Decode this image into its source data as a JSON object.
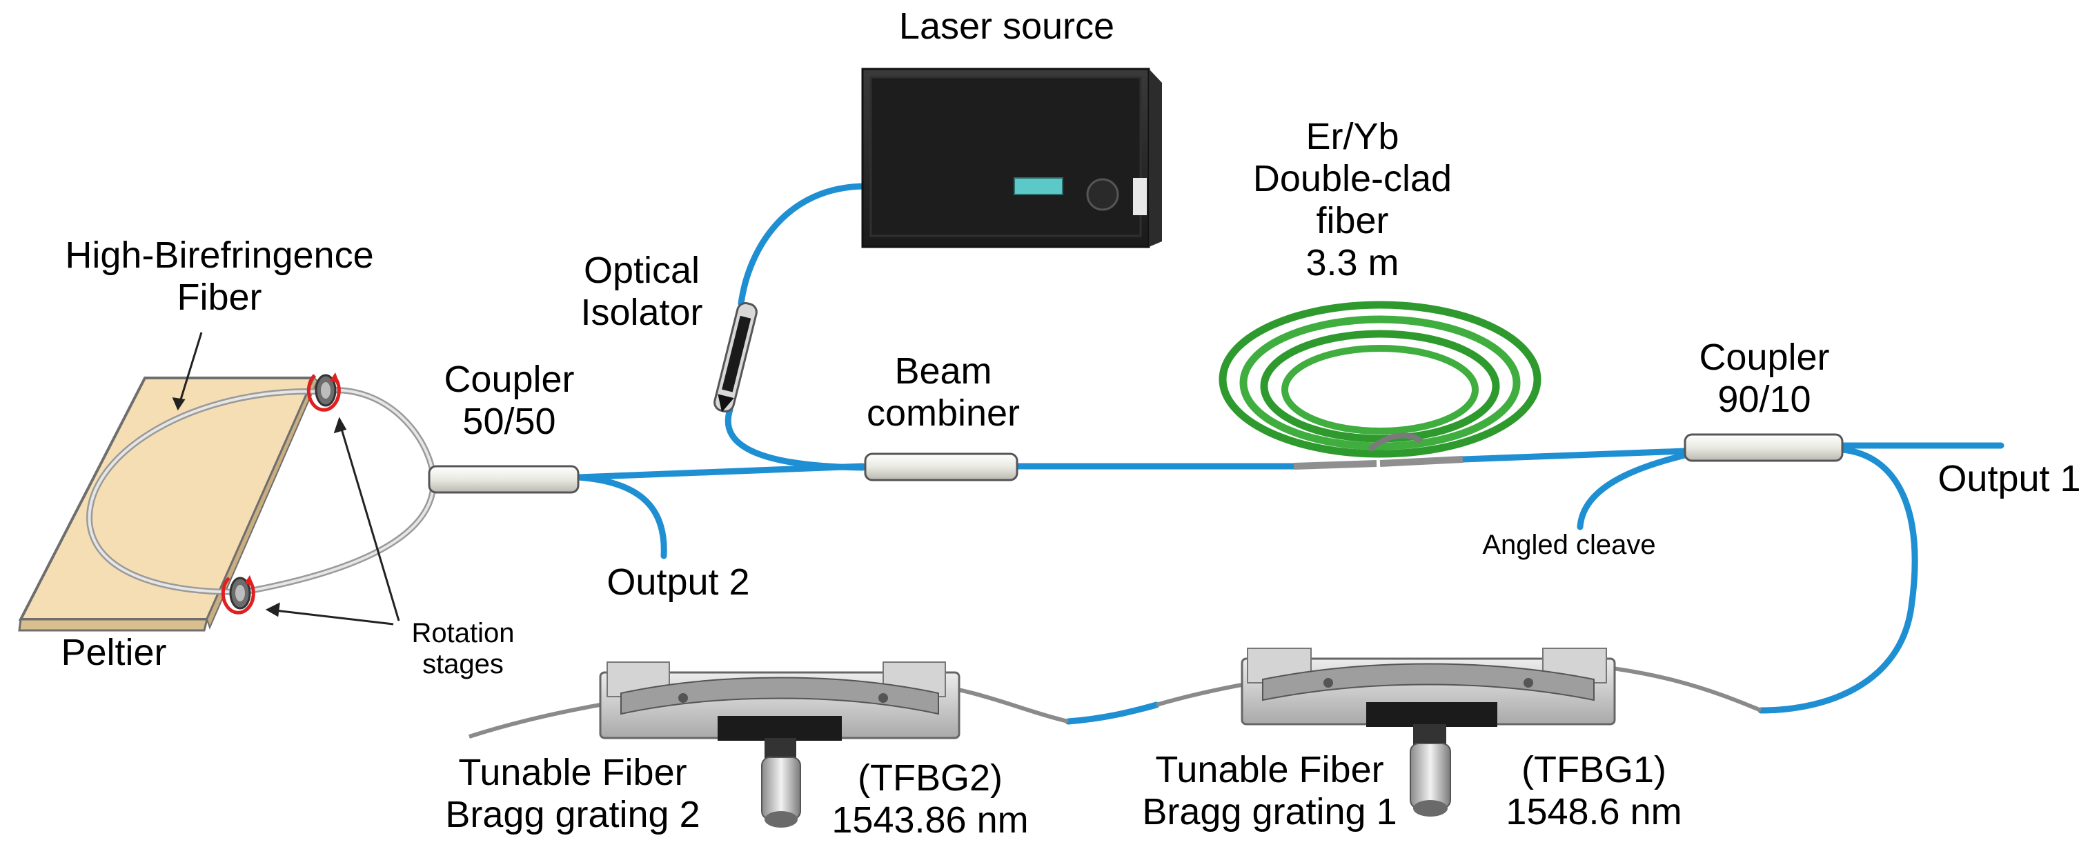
{
  "labels": {
    "laser_source": "Laser source",
    "optical_isolator": [
      "Optical",
      "Isolator"
    ],
    "high_birefringence_fiber": [
      "High-Birefringence",
      "Fiber"
    ],
    "peltier": "Peltier",
    "rotation_stages": [
      "Rotation",
      "stages"
    ],
    "coupler_5050": [
      "Coupler",
      "50/50"
    ],
    "beam_combiner": [
      "Beam",
      "combiner"
    ],
    "er_yb_fiber": [
      "Er/Yb",
      "Double-clad",
      "fiber",
      "3.3 m"
    ],
    "coupler_9010": [
      "Coupler",
      "90/10"
    ],
    "output_1": "Output 1",
    "output_2": "Output 2",
    "angled_cleave": "Angled cleave",
    "tfbg2_name": [
      "Tunable Fiber",
      "Bragg grating 2"
    ],
    "tfbg2_spec": [
      "(TFBG2)",
      "1543.86 nm"
    ],
    "tfbg1_name": [
      "Tunable Fiber",
      "Bragg grating 1"
    ],
    "tfbg1_spec": [
      "(TFBG1)",
      "1548.6 nm"
    ]
  },
  "colors": {
    "fiber": "#1e8fd2",
    "er_yb_fiber": "#2e9a2e",
    "laser_display": "#5cc8c8",
    "peltier_plate": "#f5deb3",
    "rotation_marker": "#e02020"
  }
}
